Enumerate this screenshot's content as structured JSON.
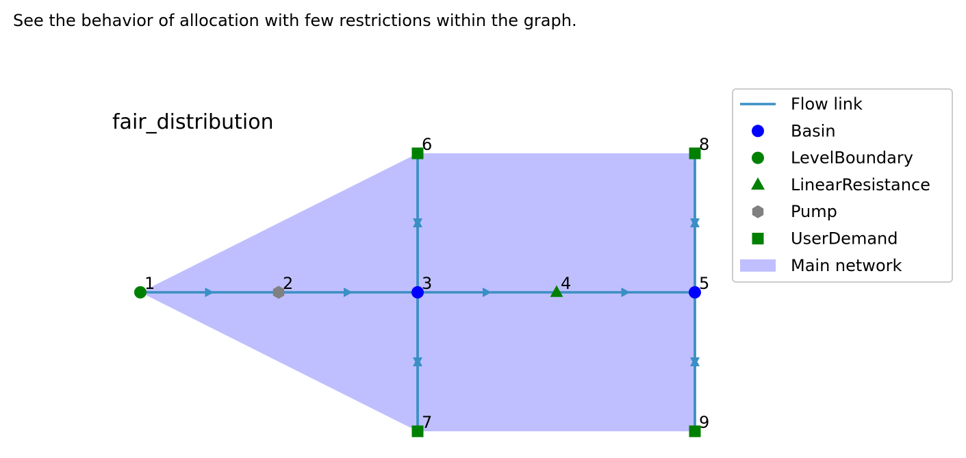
{
  "caption": "See the behavior of allocation with few restrictions within the graph.",
  "title": "fair_distribution",
  "colors": {
    "flow_link": "#3a8fc4",
    "basin": "#0000ff",
    "level_boundary": "#008000",
    "linear_resistance": "#008000",
    "pump": "#808080",
    "user_demand": "#008000",
    "main_network": "#bfbfff"
  },
  "nodes": [
    {
      "id": "1",
      "type": "LevelBoundary"
    },
    {
      "id": "2",
      "type": "Pump"
    },
    {
      "id": "3",
      "type": "Basin"
    },
    {
      "id": "4",
      "type": "LinearResistance"
    },
    {
      "id": "5",
      "type": "Basin"
    },
    {
      "id": "6",
      "type": "UserDemand"
    },
    {
      "id": "7",
      "type": "UserDemand"
    },
    {
      "id": "8",
      "type": "UserDemand"
    },
    {
      "id": "9",
      "type": "UserDemand"
    }
  ],
  "links": [
    {
      "from": "1",
      "to": "2"
    },
    {
      "from": "2",
      "to": "3"
    },
    {
      "from": "3",
      "to": "4"
    },
    {
      "from": "4",
      "to": "5"
    },
    {
      "from": "3",
      "to": "6"
    },
    {
      "from": "6",
      "to": "3"
    },
    {
      "from": "3",
      "to": "7"
    },
    {
      "from": "7",
      "to": "3"
    },
    {
      "from": "5",
      "to": "8"
    },
    {
      "from": "8",
      "to": "5"
    },
    {
      "from": "5",
      "to": "9"
    },
    {
      "from": "9",
      "to": "5"
    }
  ],
  "legend": [
    {
      "label": "Flow link",
      "marker": "line"
    },
    {
      "label": "Basin",
      "marker": "circle"
    },
    {
      "label": "LevelBoundary",
      "marker": "circle"
    },
    {
      "label": "LinearResistance",
      "marker": "triangle"
    },
    {
      "label": "Pump",
      "marker": "hexagon"
    },
    {
      "label": "UserDemand",
      "marker": "square"
    },
    {
      "label": "Main network",
      "marker": "patch"
    }
  ]
}
